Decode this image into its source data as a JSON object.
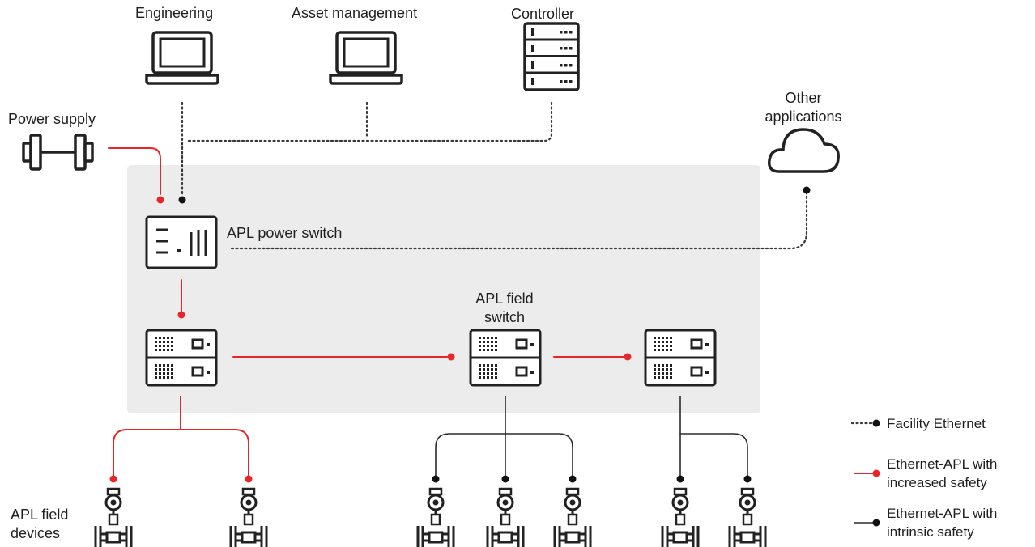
{
  "labels": {
    "engineering": "Engineering",
    "asset_management": "Asset management",
    "controller": "Controller",
    "power_supply": "Power supply",
    "other_applications_line1": "Other",
    "other_applications_line2": "applications",
    "apl_power_switch": "APL power switch",
    "apl_field_switch_line1": "APL field",
    "apl_field_switch_line2": "switch",
    "apl_field_devices_line1": "APL field",
    "apl_field_devices_line2": "devices"
  },
  "legend": {
    "facility_ethernet": "Facility Ethernet",
    "increased_safety_line1": "Ethernet-APL with",
    "increased_safety_line2": "increased safety",
    "intrinsic_safety_line1": "Ethernet-APL with",
    "intrinsic_safety_line2": "intrinsic safety"
  },
  "colors": {
    "red": "#e8262a",
    "dark": "#222222",
    "dotted": "#3a3a3a",
    "panel": "#ececec"
  },
  "icons": {
    "computer": "laptop-icon",
    "controller": "server-rack-icon",
    "power_supply": "dumbbell-power-supply-icon",
    "cloud": "cloud-icon",
    "power_switch": "power-switch-icon",
    "field_switch": "field-switch-icon",
    "field_device": "flowmeter-icon"
  }
}
